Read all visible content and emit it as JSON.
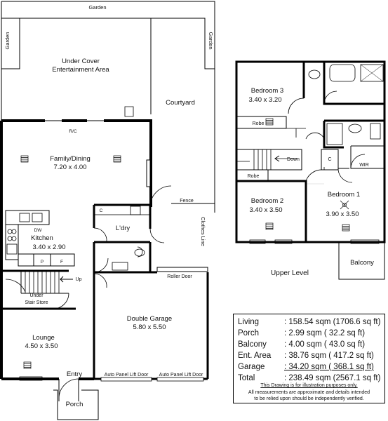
{
  "ground_floor": {
    "garden_top": "Garden",
    "garden_left": "Garden",
    "garden_right": "Garden",
    "entertainment": {
      "line1": "Under Cover",
      "line2": "Entertainment Area"
    },
    "courtyard": "Courtyard",
    "rc": "R/C",
    "family": {
      "name": "Family/Dining",
      "dims": "7.20 x 4.00"
    },
    "fence": "Fence",
    "clothes_line": "Clothes Line",
    "kitchen": {
      "name": "Kitchen",
      "dims": "3.40 x 2.90"
    },
    "dw": "DW",
    "pantry": "P",
    "fridge": "F",
    "laundry": "L'dry",
    "laundry_c": "C",
    "up": "Up",
    "under_stair": {
      "line1": "Under",
      "line2": "Stair Store"
    },
    "roller_door": "Roller Door",
    "garage": {
      "name": "Double Garage",
      "dims": "5.80 x 5.50"
    },
    "lounge": {
      "name": "Lounge",
      "dims": "4.50 x 3.50"
    },
    "entry": "Entry",
    "porch": "Porch",
    "lift_door_1": "Auto Panel Lift Door",
    "lift_door_2": "Auto Panel Lift Door"
  },
  "upper_floor": {
    "bedroom3": {
      "name": "Bedroom 3",
      "dims": "3.40 x 3.20"
    },
    "robe_b3": "Robe",
    "robe_b2": "Robe",
    "down": "Down",
    "linen_c": "C",
    "wir": "WIR",
    "bedroom2": {
      "name": "Bedroom 2",
      "dims": "3.40 x 3.50"
    },
    "bedroom1": {
      "name": "Bedroom 1",
      "dims": "3.90 x 3.50"
    },
    "balcony": "Balcony",
    "level_title": "Upper Level"
  },
  "areas": [
    {
      "name": "Living",
      "value": ": 158.54 sqm (1706.6 sq ft)"
    },
    {
      "name": "Porch",
      "value": ":    2.99 sqm (   32.2 sq ft)"
    },
    {
      "name": "Balcony",
      "value": ":    4.00 sqm (   43.0 sq ft)"
    },
    {
      "name": "Ent. Area",
      "value": ":  38.76 sqm ( 417.2 sq ft)"
    },
    {
      "name": "Garage",
      "value": ":  34.20 sqm ( 368.1 sq ft)"
    },
    {
      "name": "Total",
      "value": ": 238.49 sqm (2567.1 sq ft)"
    }
  ],
  "disclaimer": {
    "line1": "This Drawing is for illustration purposes only.",
    "line2": "All measurements are approximate and details intended",
    "line3": "to be relied upon should be independently verified."
  }
}
